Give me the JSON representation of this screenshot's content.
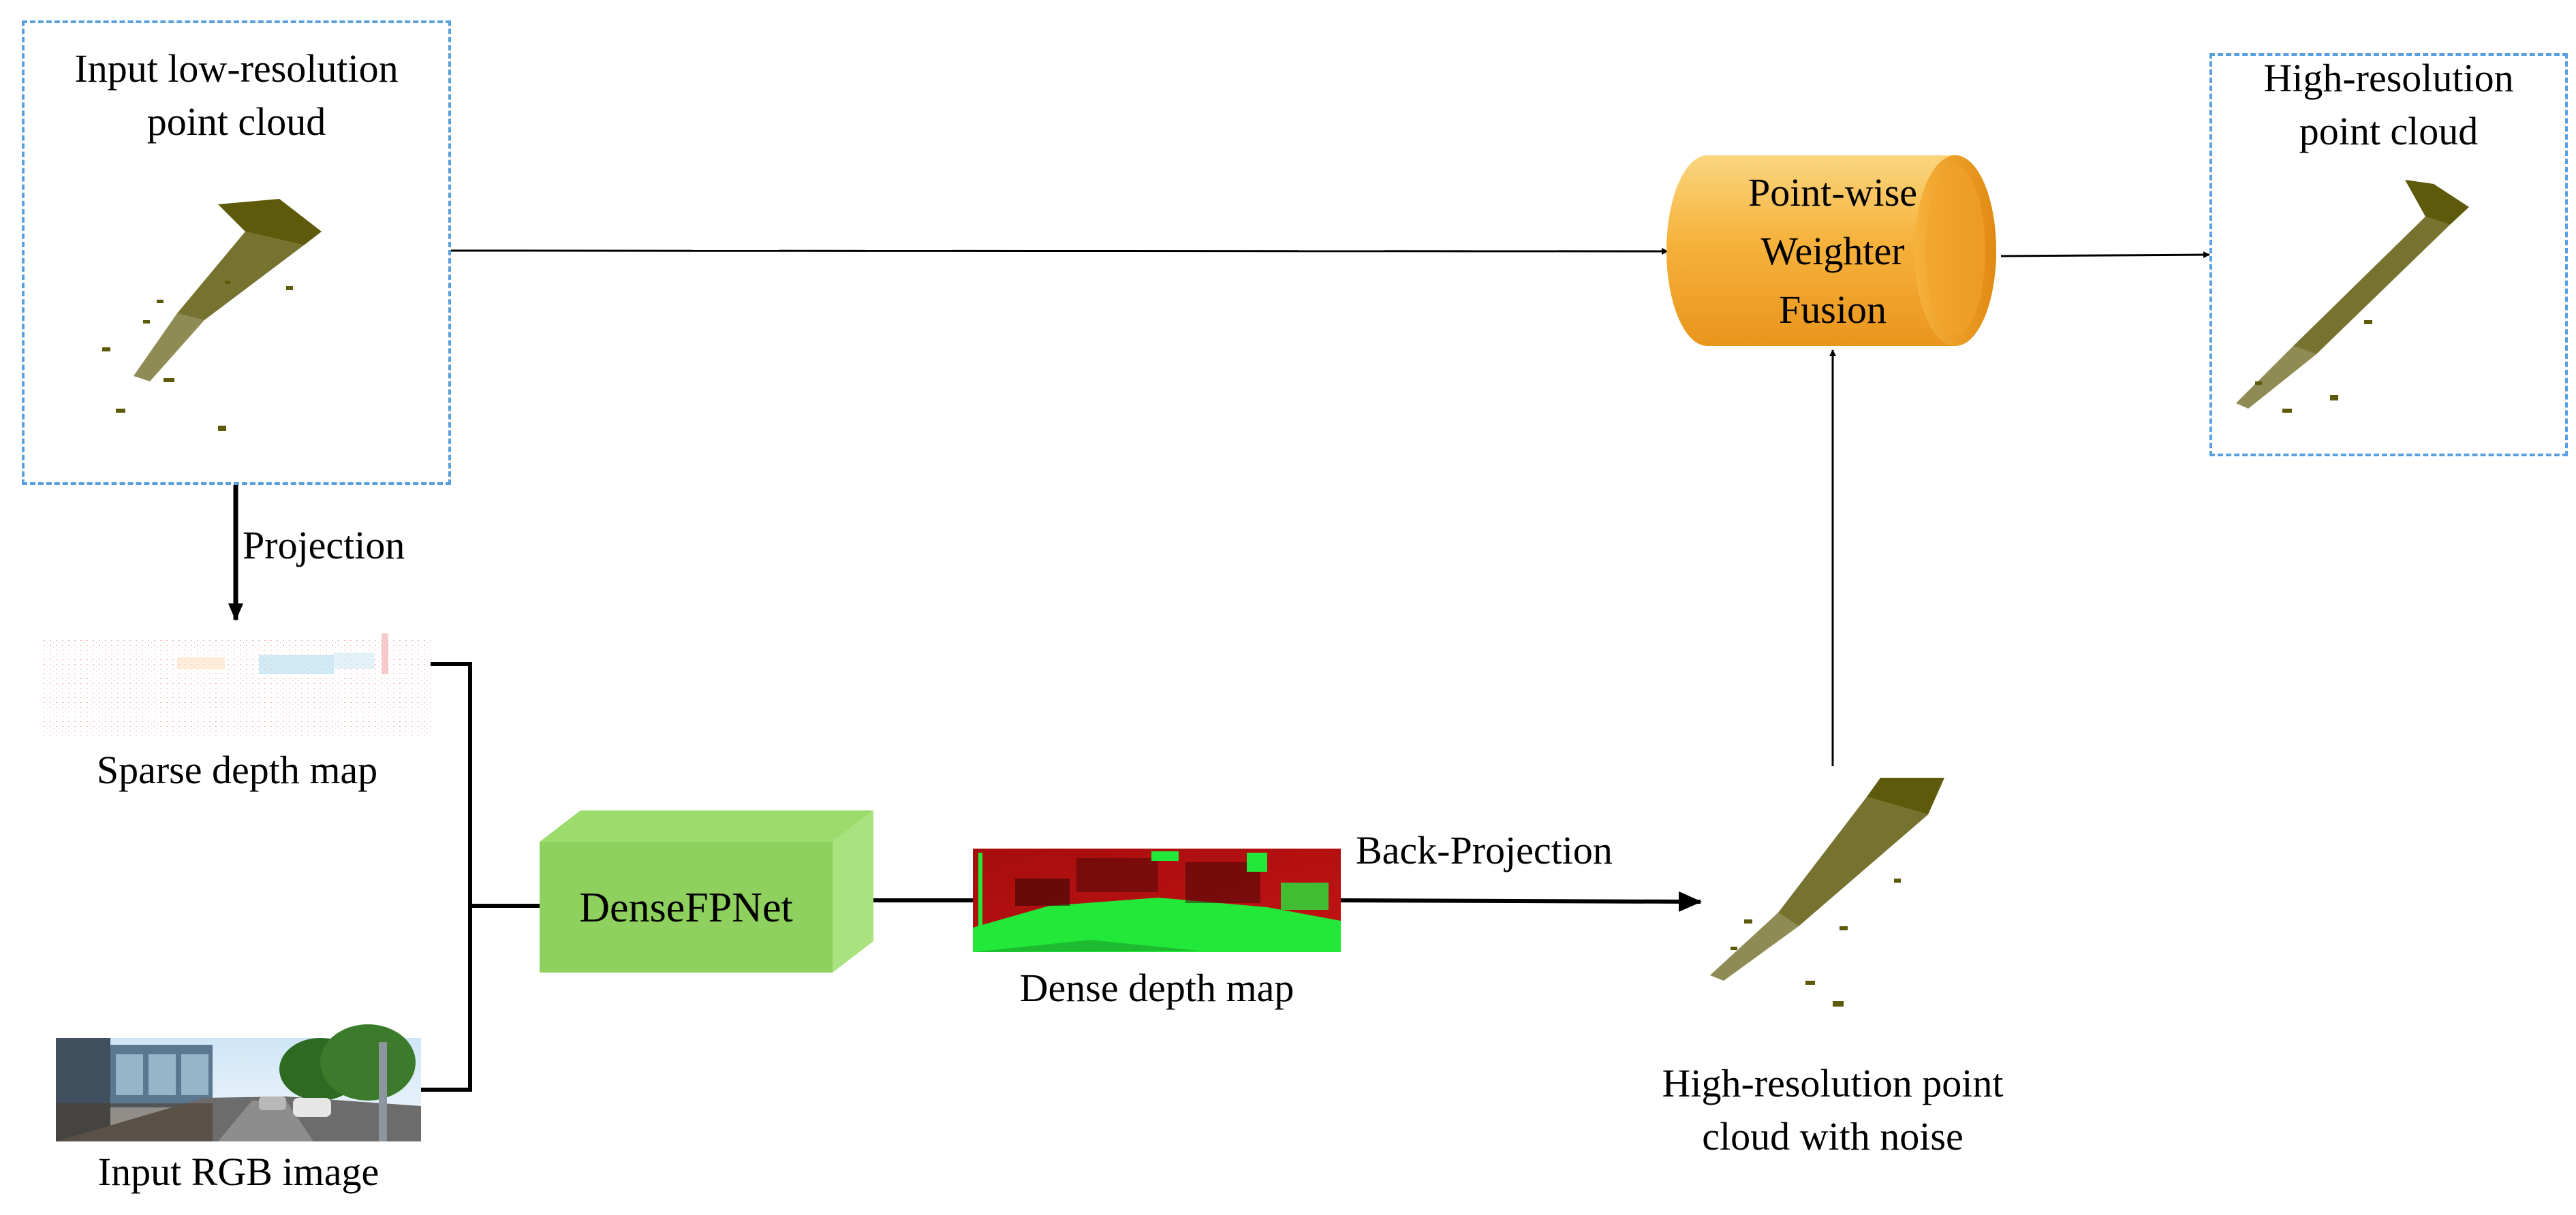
{
  "input_cloud": {
    "line1": "Input low-resolution",
    "line2": "point cloud"
  },
  "output_cloud": {
    "line1": "High-resolution",
    "line2": "point cloud"
  },
  "fusion": {
    "line1": "Point-wise",
    "line2": "Weighter",
    "line3": "Fusion"
  },
  "projection_label": "Projection",
  "sparse_depth_label": "Sparse depth map",
  "rgb_label": "Input RGB image",
  "network_label": "DenseFPNet",
  "dense_depth_label": "Dense depth map",
  "back_projection_label": "Back-Projection",
  "noisy_cloud": {
    "line1": "High-resolution point",
    "line2": "cloud with noise"
  },
  "colors": {
    "dashed_border": "#5aa0de",
    "point_cloud": "#5e5a0c",
    "fusion_fill": "#f7b53c",
    "network_fill": "#8ed15e",
    "depth_red": "#b00f0f",
    "depth_green": "#22e83a"
  }
}
